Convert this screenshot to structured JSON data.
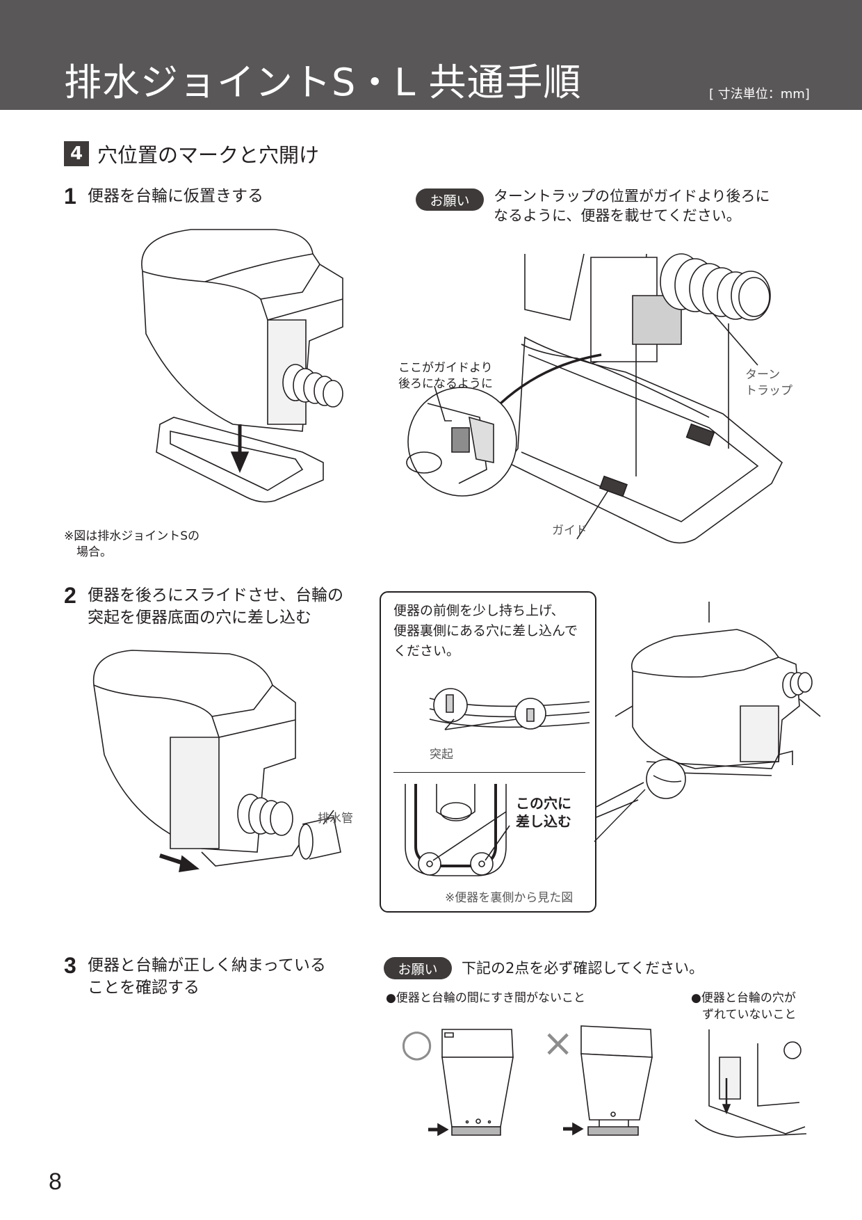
{
  "header": {
    "title": "排水ジョイントS・L 共通手順",
    "unit": "[ 寸法単位：mm]"
  },
  "section": {
    "number": "4",
    "title": "穴位置のマークと穴開け"
  },
  "step1": {
    "number": "1",
    "text": "便器を台輪に仮置きする",
    "note_line1": "※図は排水ジョイントSの",
    "note_line2": "場合。"
  },
  "request1": {
    "badge": "お願い",
    "line1": "ターントラップの位置がガイドより後ろに",
    "line2": "なるように、便器を載せてください。",
    "callout_line1": "ここがガイドより",
    "callout_line2": "後ろになるように",
    "label_turntrap_line1": "ターン",
    "label_turntrap_line2": "トラップ",
    "label_guide": "ガイド"
  },
  "step2": {
    "number": "2",
    "line1": "便器を後ろにスライドさせ、台輪の",
    "line2": "突起を便器底面の穴に差し込む",
    "label_drainpipe": "排水管"
  },
  "box": {
    "line1": "便器の前側を少し持ち上げ、",
    "line2": "便器裏側にある穴に差し込んで",
    "line3": "ください。",
    "label_protrusion": "突起",
    "label_hole_line1": "この穴に",
    "label_hole_line2": "差し込む",
    "caption": "※便器を裏側から見た図"
  },
  "step3": {
    "number": "3",
    "line1": "便器と台輪が正しく納まっている",
    "line2": "ことを確認する"
  },
  "request2": {
    "badge": "お願い",
    "text": "下記の2点を必ず確認してください。",
    "check1": "●便器と台輪の間にすき間がないこと",
    "check2_line1": "●便器と台輪の穴が",
    "check2_line2": "ずれていないこと",
    "good_mark": "○",
    "bad_mark": "×"
  },
  "page_number": "8",
  "colors": {
    "header_bg": "#595757",
    "badge_bg": "#3e3a39",
    "text": "#231f20",
    "line": "#231f20"
  }
}
